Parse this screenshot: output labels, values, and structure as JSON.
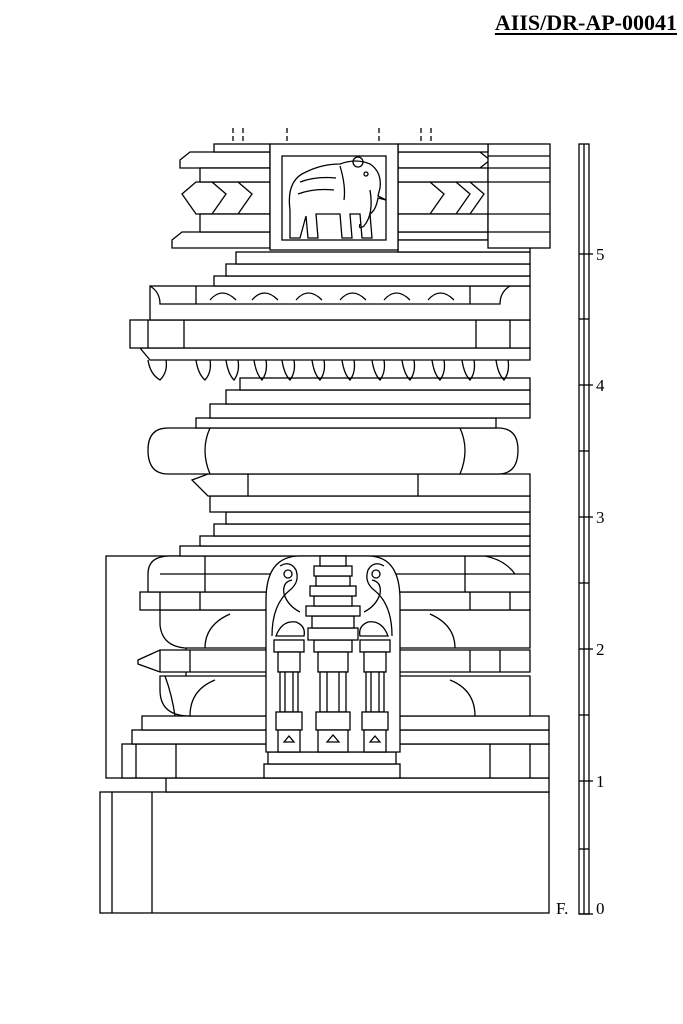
{
  "header": {
    "drawing_id": "AIIS/DR-AP-00041"
  },
  "scale": {
    "floor_label": "F.",
    "ticks": [
      "0",
      "1",
      "2",
      "3",
      "4",
      "5"
    ]
  },
  "motifs": {
    "top_panel": "elephant",
    "central_niche": "pilastered niche with makara arch and stepped pyramidal crown"
  },
  "colors": {
    "ink": "#000000",
    "paper": "#ffffff"
  }
}
